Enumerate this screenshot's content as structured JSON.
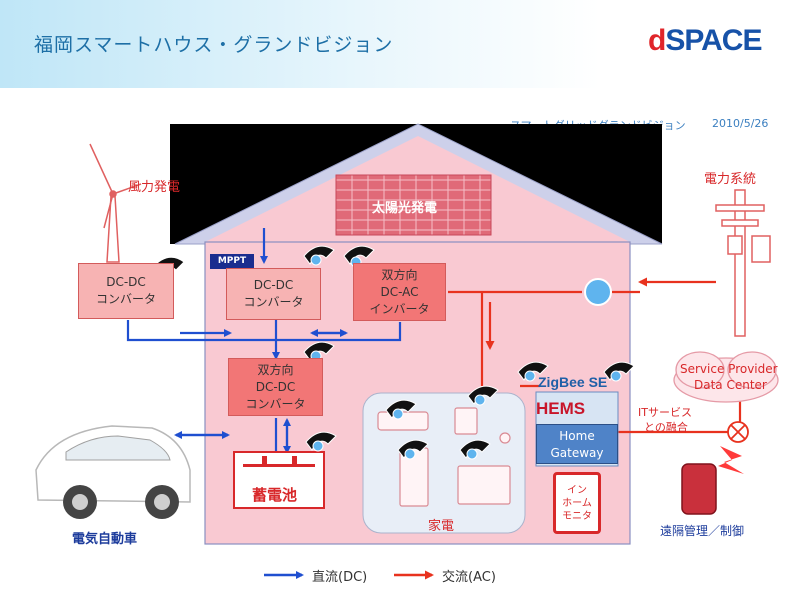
{
  "header": {
    "title": "福岡スマートハウス・グランドビジョン",
    "logo_d": "d",
    "logo_rest": "SPACE",
    "subtitle": "スマートグリッドグランドビジョン",
    "date": "2010/5/26"
  },
  "labels": {
    "wind": "風力発電",
    "grid": "電力系統",
    "solar": "太陽光発電",
    "mppt": "MPPT",
    "ev": "電気自動車",
    "battery": "蓄電池",
    "appliances": "家電",
    "service_provider_1": "Service Provider",
    "service_provider_2": "Data Center",
    "it_service_1": "ITサービス",
    "it_service_2": "との融合",
    "remote": "遠隔管理／制御"
  },
  "boxes": {
    "dcdc_wind": [
      "DC-DC",
      "コンバータ"
    ],
    "dcdc_solar": [
      "DC-DC",
      "コンバータ"
    ],
    "inverter": [
      "双方向",
      "DC-AC",
      "インバータ"
    ],
    "dcdc_battery": [
      "双方向",
      "DC-DC",
      "コンバータ"
    ]
  },
  "hems": {
    "zigbee": "ZigBee SE",
    "title": "HEMS",
    "gateway_1": "Home",
    "gateway_2": "Gateway",
    "monitor_1": "イン",
    "monitor_2": "ホーム",
    "monitor_3": "モニタ"
  },
  "legend": {
    "dc": "直流(DC)",
    "ac": "交流(AC)"
  },
  "colors": {
    "dc_arrow": "#1f4fd0",
    "ac_arrow": "#e8321e",
    "house_fill": "#f9c9d2",
    "roof_fill": "#000000"
  }
}
